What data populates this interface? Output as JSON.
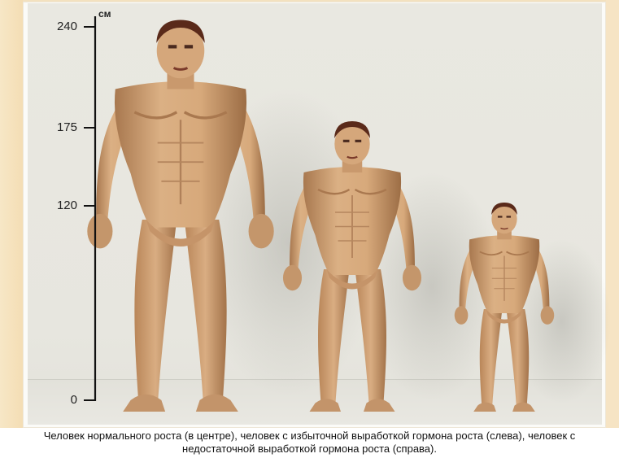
{
  "scale": {
    "unit": "см",
    "ticks": [
      {
        "label": "240"
      },
      {
        "label": "175"
      },
      {
        "label": "120"
      },
      {
        "label": "0"
      }
    ]
  },
  "figures": [
    {
      "name": "tall-man",
      "description_color": "#d4aa7d"
    },
    {
      "name": "normal-man",
      "description_color": "#d4aa7d"
    },
    {
      "name": "short-man",
      "description_color": "#d4aa7d"
    }
  ],
  "caption": "Человек нормального роста (в центре), человек с избыточной выработкой  гормона роста (слева), человек с\nнедостаточной выработкой гормона роста  (справа).",
  "colors": {
    "skin": "#d7ab7f",
    "skin_shadow": "#b8875c",
    "hair": "#5a2a1a",
    "axis": "#111111"
  }
}
